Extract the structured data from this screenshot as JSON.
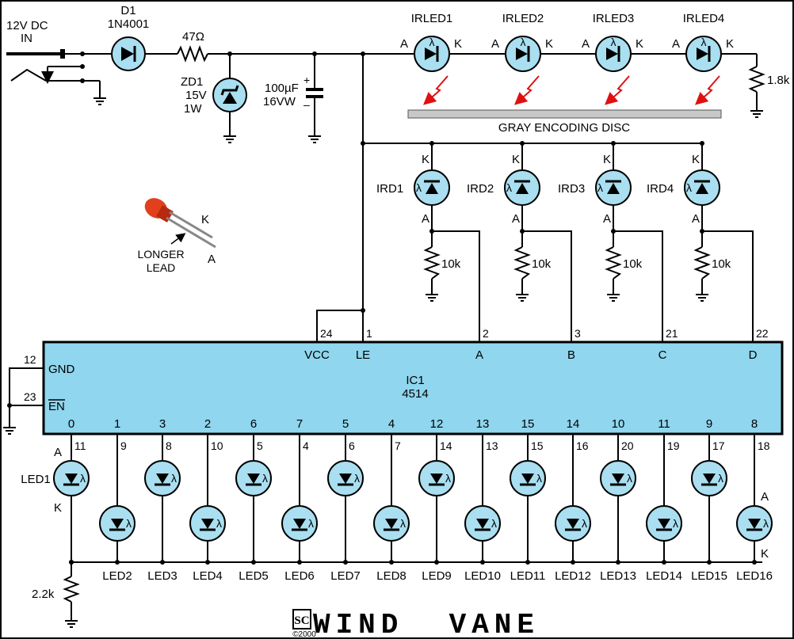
{
  "supply": {
    "label_line1": "12V DC",
    "label_line2": "IN"
  },
  "d1": {
    "ref": "D1",
    "part": "1N4001"
  },
  "r_series": {
    "value": "47Ω"
  },
  "zd1": {
    "ref": "ZD1",
    "volt": "15V",
    "power": "1W"
  },
  "cap": {
    "value": "100µF",
    "rating": "16VW",
    "plus": "+",
    "minus": "–"
  },
  "irleds": [
    {
      "ref": "IRLED1",
      "a": "A",
      "k": "K"
    },
    {
      "ref": "IRLED2",
      "a": "A",
      "k": "K"
    },
    {
      "ref": "IRLED3",
      "a": "A",
      "k": "K"
    },
    {
      "ref": "IRLED4",
      "a": "A",
      "k": "K"
    }
  ],
  "r_irled": {
    "value": "1.8k"
  },
  "disc": {
    "label": "GRAY ENCODING DISC"
  },
  "irds": [
    {
      "ref": "IRD1",
      "k": "K",
      "a": "A",
      "r": "10k"
    },
    {
      "ref": "IRD2",
      "k": "K",
      "a": "A",
      "r": "10k"
    },
    {
      "ref": "IRD3",
      "k": "K",
      "a": "A",
      "r": "10k"
    },
    {
      "ref": "IRD4",
      "k": "K",
      "a": "A",
      "r": "10k"
    }
  ],
  "led_legend": {
    "k": "K",
    "a": "A",
    "longer1": "LONGER",
    "longer2": "LEAD"
  },
  "ic": {
    "ref": "IC1",
    "part": "4514",
    "gnd_label": "GND",
    "en_label": "EN",
    "gnd_pin": "12",
    "en_pin": "23",
    "top_pins": [
      {
        "pin": "24",
        "label": "VCC"
      },
      {
        "pin": "1",
        "label": "LE"
      },
      {
        "pin": "2",
        "label": "A"
      },
      {
        "pin": "3",
        "label": "B"
      },
      {
        "pin": "21",
        "label": "C"
      },
      {
        "pin": "22",
        "label": "D"
      }
    ],
    "bottom_pins": [
      {
        "out": "0",
        "pin": "11"
      },
      {
        "out": "1",
        "pin": "9"
      },
      {
        "out": "3",
        "pin": "8"
      },
      {
        "out": "2",
        "pin": "10"
      },
      {
        "out": "6",
        "pin": "5"
      },
      {
        "out": "7",
        "pin": "4"
      },
      {
        "out": "5",
        "pin": "6"
      },
      {
        "out": "4",
        "pin": "7"
      },
      {
        "out": "12",
        "pin": "14"
      },
      {
        "out": "13",
        "pin": "13"
      },
      {
        "out": "15",
        "pin": "15"
      },
      {
        "out": "14",
        "pin": "16"
      },
      {
        "out": "10",
        "pin": "20"
      },
      {
        "out": "11",
        "pin": "19"
      },
      {
        "out": "9",
        "pin": "17"
      },
      {
        "out": "8",
        "pin": "18"
      }
    ]
  },
  "leds": [
    "LED1",
    "LED2",
    "LED3",
    "LED4",
    "LED5",
    "LED6",
    "LED7",
    "LED8",
    "LED9",
    "LED10",
    "LED11",
    "LED12",
    "LED13",
    "LED14",
    "LED15",
    "LED16"
  ],
  "led_pol": {
    "first_a": "A",
    "first_k": "K",
    "last_a": "A",
    "last_k": "K"
  },
  "r_common": {
    "value": "2.2k"
  },
  "lambda": "λ",
  "footer": {
    "logo": "SC",
    "year": "©2000",
    "title": "WIND  VANE"
  },
  "colors": {
    "component_fill": "#a9dff0",
    "ic_fill": "#8fd6ee",
    "ir_ray": "#e01010",
    "disc": "#c8c8c8",
    "led_body": "#e2401c"
  }
}
